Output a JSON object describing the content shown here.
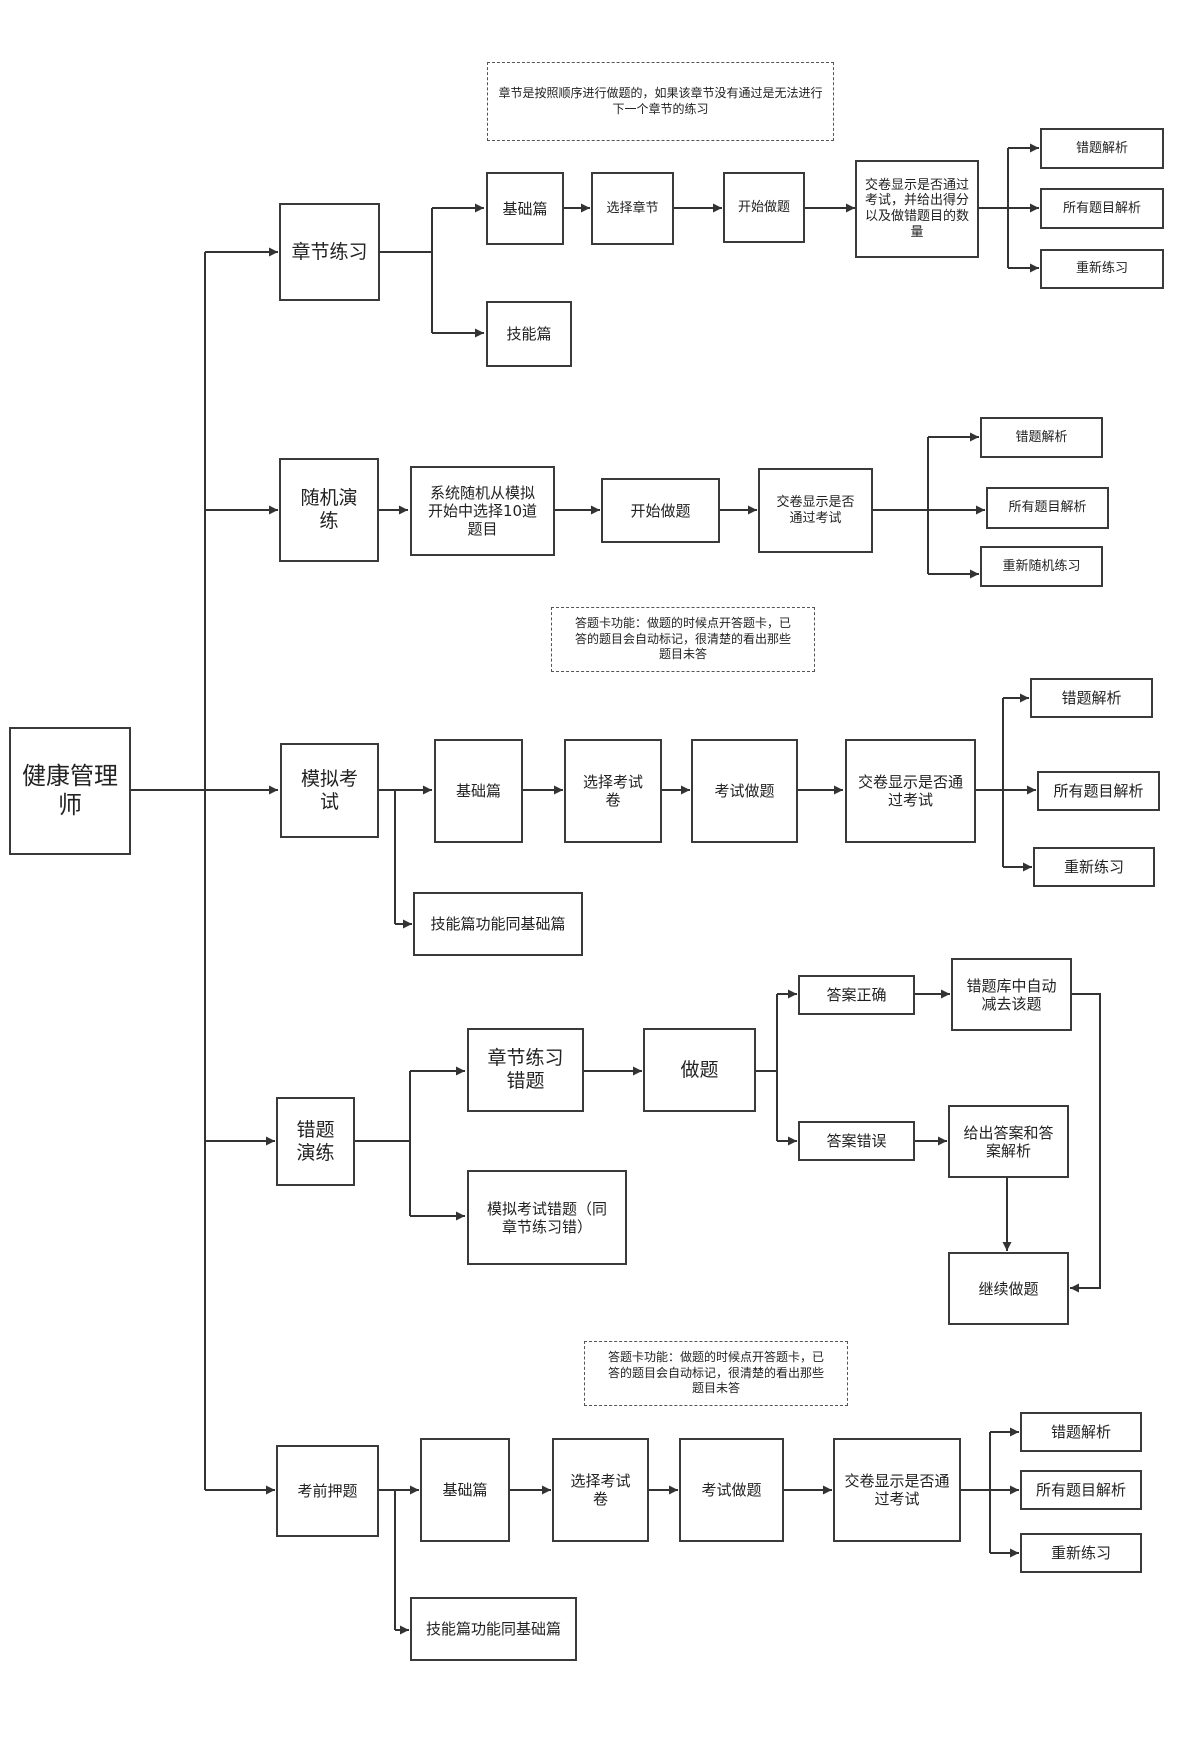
{
  "root": "健康管理\n师",
  "sections": {
    "chapter": {
      "title": "章节练习",
      "note": "章节是按照顺序进行做题的，如果该章节没有通过是无法进行\n下一个章节的练习",
      "basic": "基础篇",
      "select": "选择章节",
      "start": "开始做题",
      "submit": "交卷显示是否通过\n考试，并给出得分\n以及做错题目的数\n量",
      "skill": "技能篇",
      "wrong": "错题解析",
      "all": "所有题目解析",
      "redo": "重新练习"
    },
    "random": {
      "title": "随机演\n练",
      "system": "系统随机从模拟\n开始中选择10道\n题目",
      "start": "开始做题",
      "submit": "交卷显示是否\n通过考试",
      "wrong": "错题解析",
      "all": "所有题目解析",
      "redo": "重新随机练习",
      "note": "答题卡功能：做题的时候点开答题卡，已\n答的题目会自动标记，很清楚的看出那些\n题目未答"
    },
    "mock": {
      "title": "模拟考\n试",
      "basic": "基础篇",
      "select": "选择考试\n卷",
      "exam": "考试做题",
      "submit": "交卷显示是否通\n过考试",
      "skill": "技能篇功能同基础篇",
      "wrong": "错题解析",
      "all": "所有题目解析",
      "redo": "重新练习"
    },
    "errors": {
      "title": "错题\n演练",
      "chapter_err": "章节练习\n错题",
      "mock_err": "模拟考试错题（同\n章节练习错）",
      "do": "做题",
      "correct": "答案正确",
      "remove": "错题库中自动\n减去该题",
      "incorrect": "答案错误",
      "explain": "给出答案和答\n案解析",
      "continue": "继续做题",
      "note": "答题卡功能：做题的时候点开答题卡，已\n答的题目会自动标记，很清楚的看出那些\n题目未答"
    },
    "preexam": {
      "title": "考前押题",
      "basic": "基础篇",
      "select": "选择考试\n卷",
      "exam": "考试做题",
      "submit": "交卷显示是否通\n过考试",
      "skill": "技能篇功能同基础篇",
      "wrong": "错题解析",
      "all": "所有题目解析",
      "redo": "重新练习"
    }
  }
}
